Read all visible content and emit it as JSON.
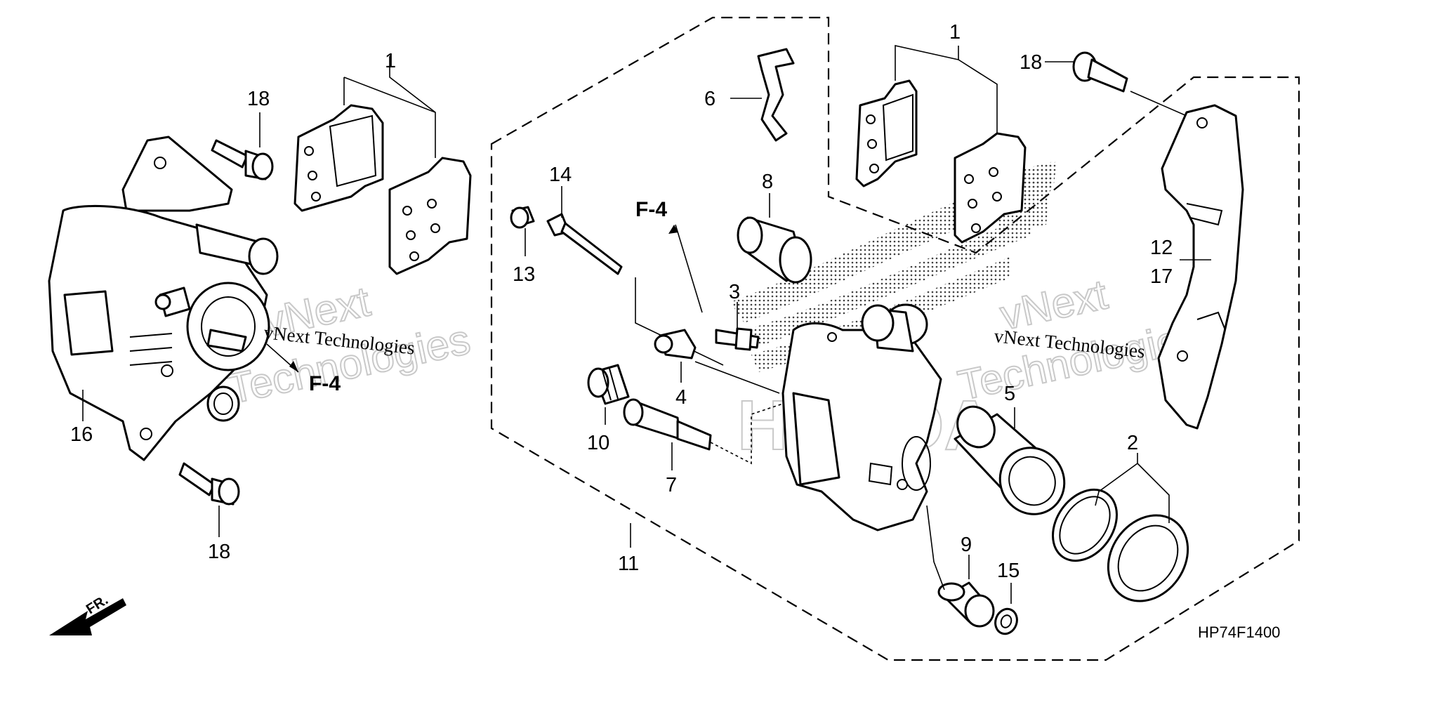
{
  "callouts": {
    "c1a": "1",
    "c1b": "1",
    "c2": "2",
    "c3": "3",
    "c4": "4",
    "c5": "5",
    "c6": "6",
    "c7": "7",
    "c8": "8",
    "c9": "9",
    "c10": "10",
    "c11": "11",
    "c12": "12",
    "c13": "13",
    "c14": "14",
    "c15": "15",
    "c16": "16",
    "c17": "17",
    "c18a": "18",
    "c18b": "18",
    "c18c": "18"
  },
  "refs": {
    "f4a": "F-4",
    "f4b": "F-4"
  },
  "diagram_code": "HP74F1400",
  "front_marker": "FR.",
  "watermark": {
    "a": "vNext Technologies",
    "b": "vNext Technologies",
    "big1": "vNext",
    "big2": "Technologies",
    "big3": "vNext",
    "big4": "Technologies",
    "brand": "HONDA"
  }
}
